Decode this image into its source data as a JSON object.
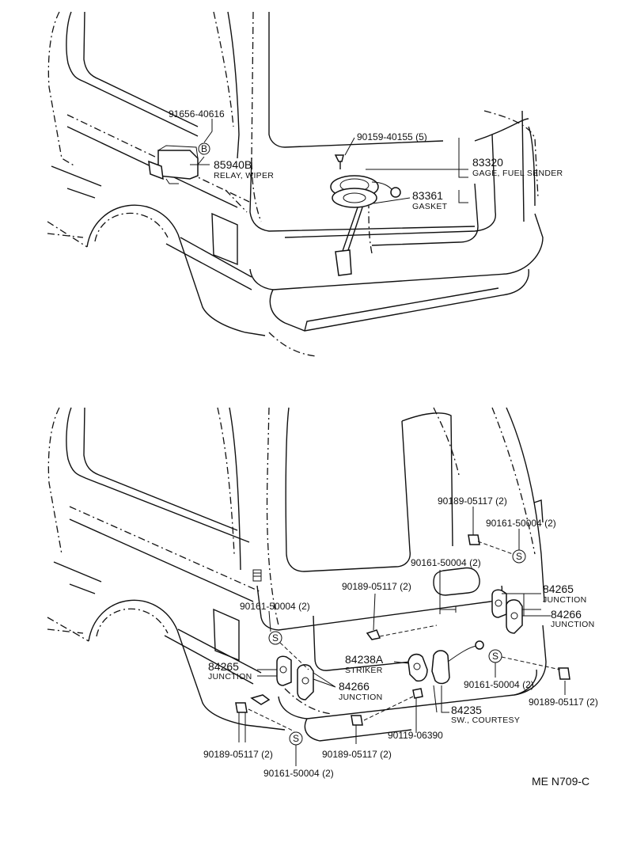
{
  "top_view": {
    "callouts": [
      {
        "id": "bolt_91656",
        "part_no": "91656-40616"
      },
      {
        "id": "relay",
        "part_no": "85940B",
        "desc": "RELAY, WIPER"
      },
      {
        "id": "screw_90159",
        "part_no": "90159-40155 (5)"
      },
      {
        "id": "gage",
        "part_no": "83320",
        "desc": "GAGE, FUEL SENDER"
      },
      {
        "id": "gasket",
        "part_no": "83361",
        "desc": "GASKET"
      }
    ],
    "symbol_b": "B"
  },
  "bottom_view": {
    "callouts": [
      {
        "id": "clip_r_top",
        "part_no": "90189-05117 (2)"
      },
      {
        "id": "screw_r_top",
        "part_no": "90161-50004 (2)"
      },
      {
        "id": "screw_mid",
        "part_no": "90161-50004 (2)"
      },
      {
        "id": "clip_mid",
        "part_no": "90189-05117 (2)"
      },
      {
        "id": "screw_l",
        "part_no": "90161-50004 (2)"
      },
      {
        "id": "junction_r1",
        "part_no": "84265",
        "desc": "JUNCTION"
      },
      {
        "id": "junction_r2",
        "part_no": "84266",
        "desc": "JUNCTION"
      },
      {
        "id": "junction_l1",
        "part_no": "84265",
        "desc": "JUNCTION"
      },
      {
        "id": "junction_l2",
        "part_no": "84266",
        "desc": "JUNCTION"
      },
      {
        "id": "striker",
        "part_no": "84238A",
        "desc": "STRIKER"
      },
      {
        "id": "courtesy",
        "part_no": "84235",
        "desc": "SW., COURTESY"
      },
      {
        "id": "screw_r_low",
        "part_no": "90161-50004 (2)"
      },
      {
        "id": "clip_r_low",
        "part_no": "90189-05117 (2)"
      },
      {
        "id": "bolt_90119",
        "part_no": "90119-06390"
      },
      {
        "id": "clip_bl",
        "part_no": "90189-05117 (2)"
      },
      {
        "id": "clip_bc",
        "part_no": "90189-05117 (2)"
      },
      {
        "id": "screw_bottom",
        "part_no": "90161-50004 (2)"
      }
    ],
    "symbol_s": "S"
  },
  "drawing_code": "ME N709-C"
}
